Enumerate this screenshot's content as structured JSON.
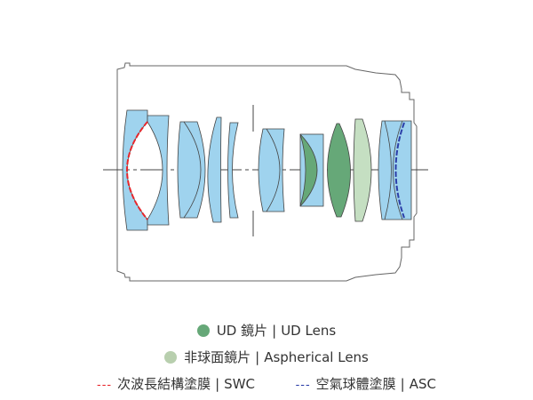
{
  "colors": {
    "lens": "#9fd3ee",
    "ud": "#66a878",
    "aspherical": "#c5dfc2",
    "swc": "#e8262b",
    "asc": "#2b3ea8",
    "outline": "#555555"
  },
  "legend": {
    "ud": {
      "zh": "UD 鏡片",
      "sep": "|",
      "en": "UD Lens"
    },
    "aspherical": {
      "zh": "非球面鏡片",
      "sep": "|",
      "en": "Aspherical Lens"
    },
    "swc": {
      "marker": "---",
      "zh": "次波長結構塗膜",
      "sep": "|",
      "en": "SWC"
    },
    "asc": {
      "marker": "---",
      "zh": "空氣球體塗膜",
      "sep": "|",
      "en": "ASC"
    }
  }
}
